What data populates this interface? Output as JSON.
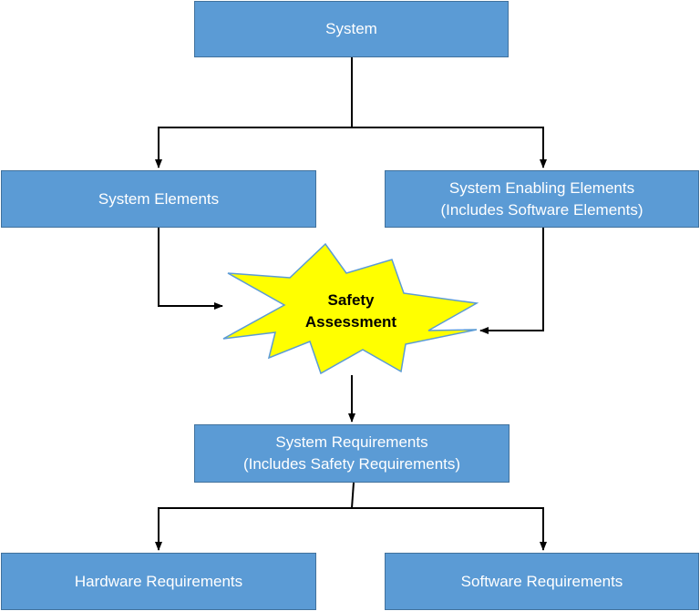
{
  "diagram": {
    "system": "System",
    "system_elements": "System Elements",
    "enabling_elements": {
      "line1": "System Enabling Elements",
      "line2": "(Includes Software Elements)"
    },
    "safety_assessment": {
      "line1": "Safety",
      "line2": "Assessment"
    },
    "system_requirements": {
      "line1": "System Requirements",
      "line2": "(Includes Safety Requirements)"
    },
    "hardware_requirements": "Hardware Requirements",
    "software_requirements": "Software Requirements"
  },
  "colors": {
    "box_fill": "#5b9bd5",
    "box_border": "#41719c",
    "box_text": "#ffffff",
    "burst_fill": "#ffff00",
    "burst_border": "#5b9bd5",
    "connector": "#000000"
  }
}
